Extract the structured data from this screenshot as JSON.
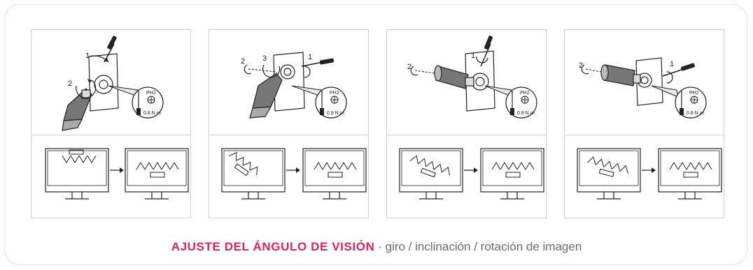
{
  "caption": {
    "title": "AJUSTE DEL ÁNGULO DE VISIÓN",
    "separator": "·",
    "subtitle": "giro / inclinación / rotación de imagen"
  },
  "colors": {
    "accent": "#e5215e",
    "text": "#6c6c6c",
    "border": "#cfcfcf",
    "line": "#222222"
  },
  "panels": [
    {
      "step_labels": [
        "1",
        "2"
      ],
      "tool": {
        "bit": "PH2",
        "torque": "0.8 N·m"
      }
    },
    {
      "step_labels": [
        "2",
        "3",
        "1"
      ],
      "tool": {
        "bit": "PH2",
        "torque": "0.8 N·m"
      }
    },
    {
      "step_labels": [
        "2",
        "1"
      ],
      "tool": {
        "bit": "PH2",
        "torque": "0.8 N·m"
      }
    },
    {
      "step_labels": [
        "2",
        "1"
      ],
      "tool": {
        "bit": "PH2",
        "torque": "0.8 N·m"
      }
    }
  ]
}
